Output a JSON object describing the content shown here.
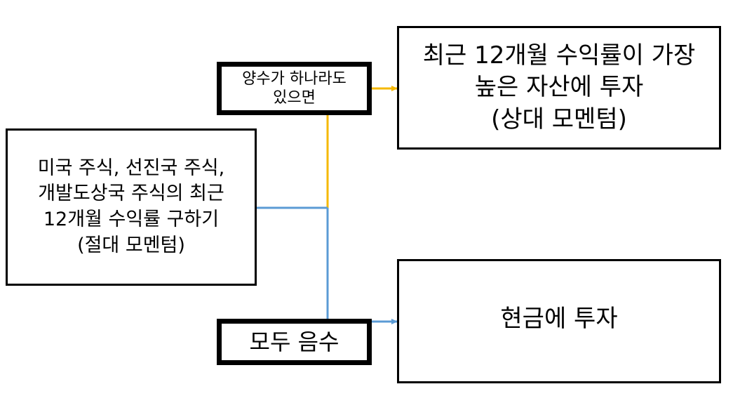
{
  "nodes": {
    "source": "미국 주식, 선진국 주식,\n개발도상국 주식의 최근\n12개월 수익률 구하기\n(절대 모멘텀)",
    "positive_condition": "양수가 하나라도\n있으면",
    "relative_momentum": "최근 12개월 수익률이 가장\n높은 자산에 투자\n(상대 모멘텀)",
    "negative_condition": "모두 음수",
    "cash": "현금에 투자"
  },
  "colors": {
    "positive_branch": "#f5b800",
    "negative_branch": "#5b9bd5",
    "border": "#000000",
    "background": "#ffffff"
  }
}
